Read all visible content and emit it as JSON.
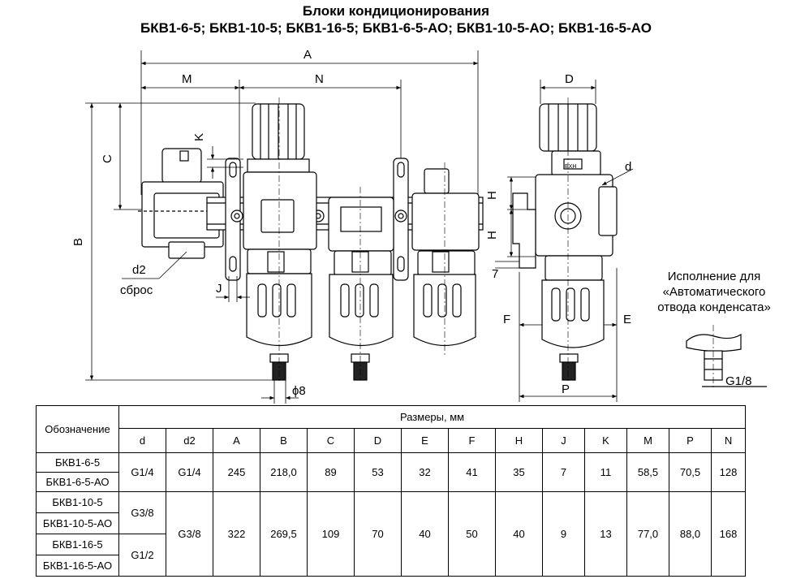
{
  "titles": {
    "line1": "Блоки кондиционирования",
    "line2": "БКВ1-6-5; БКВ1-10-5; БКВ1-16-5; БКВ1-6-5-АО; БКВ1-10-5-АО; БКВ1-16-5-АО"
  },
  "drawing_labels": {
    "A": "A",
    "M": "M",
    "N": "N",
    "K": "K",
    "C": "C",
    "B": "B",
    "J": "J",
    "d2": "d2",
    "sbros": "сброс",
    "phi8": "ϕ8",
    "D": "D",
    "d": "d",
    "H1": "H",
    "H2": "H",
    "seven": "7",
    "F": "F",
    "E": "E",
    "P": "P",
    "exh": "EXH",
    "g18": "G1/8"
  },
  "note": {
    "line1": "Исполнение для",
    "line2": "«Автоматического",
    "line3": "отвода конденсата»"
  },
  "table": {
    "designation_header": "Обозначение",
    "sizes_header": "Размеры, мм",
    "columns": [
      "d",
      "d2",
      "A",
      "B",
      "C",
      "D",
      "E",
      "F",
      "H",
      "J",
      "K",
      "M",
      "P",
      "N"
    ],
    "models": [
      "БКВ1-6-5",
      "БКВ1-6-5-АО",
      "БКВ1-10-5",
      "БКВ1-10-5-АО",
      "БКВ1-16-5",
      "БКВ1-16-5-АО"
    ],
    "group1": [
      "G1/4",
      "G1/4",
      "245",
      "218,0",
      "89",
      "53",
      "32",
      "41",
      "35",
      "7",
      "11",
      "58,5",
      "70,5",
      "128"
    ],
    "d_g2": "G3/8",
    "d_g3": "G1/2",
    "group23": [
      "G3/8",
      "322",
      "269,5",
      "109",
      "70",
      "40",
      "50",
      "40",
      "9",
      "13",
      "77,0",
      "88,0",
      "168"
    ]
  }
}
